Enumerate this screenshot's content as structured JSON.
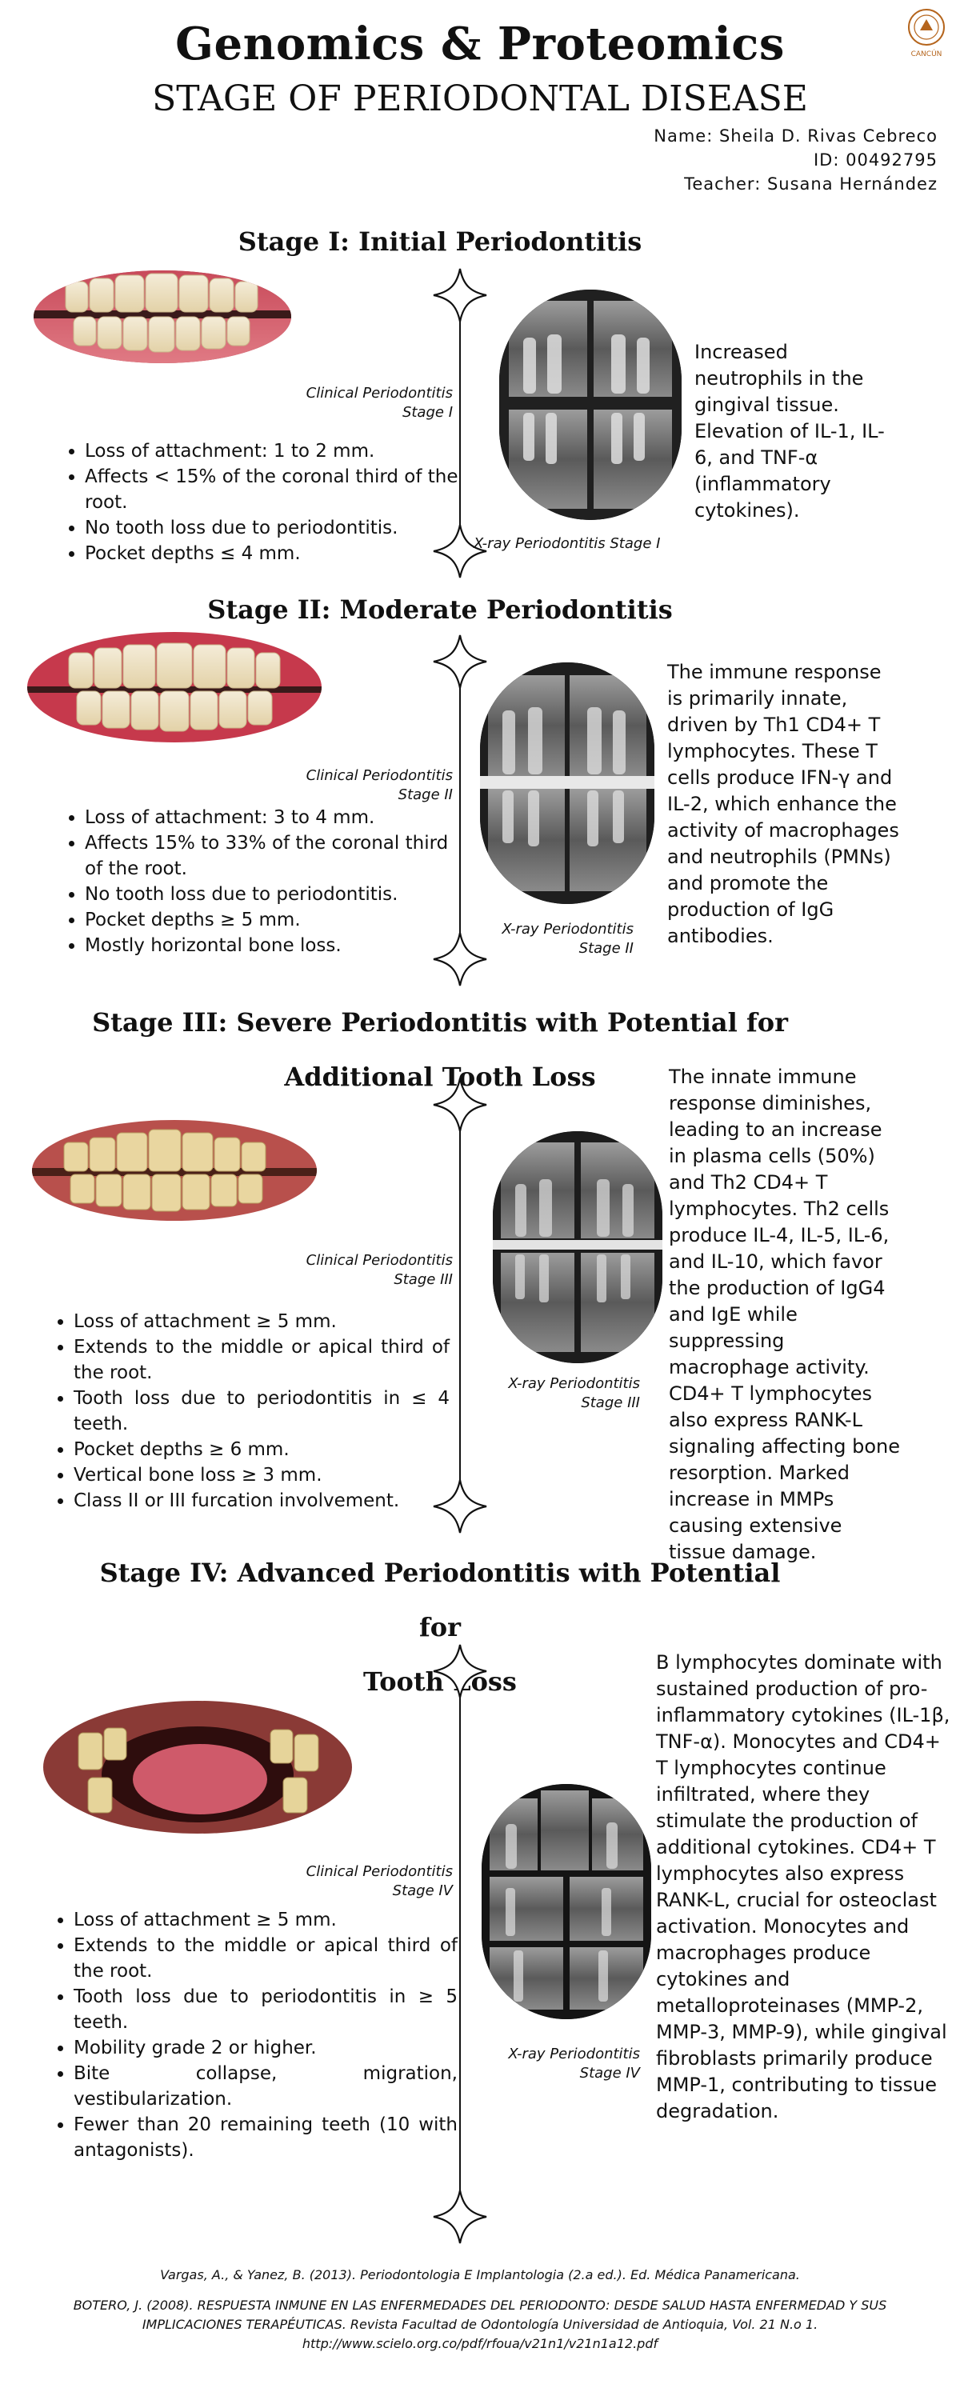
{
  "header": {
    "title": "Genomics & Proteomics",
    "subtitle": "STAGE OF PERIODONTAL DISEASE",
    "name": "Name: Sheila D. Rivas Cebreco",
    "id": "ID: 00492795",
    "teacher": "Teacher: Susana Hernández",
    "logo_text": "CANCÚN"
  },
  "stages": [
    {
      "heading": "Stage I: Initial Periodontitis",
      "clinical_caption": [
        "Clinical Periodontitis",
        "Stage I"
      ],
      "xray_caption": [
        "X-ray Periodontitis Stage I"
      ],
      "bullets": [
        "Loss of attachment: 1 to 2 mm.",
        "Affects < 15% of the coronal third of the root.",
        "No tooth loss due to periodontitis.",
        "Pocket depths ≤ 4 mm."
      ],
      "description": "Increased neutrophils in the gingival tissue. Elevation of IL-1, IL-6, and TNF-α (inflammatory cytokines)."
    },
    {
      "heading": "Stage II: Moderate Periodontitis",
      "clinical_caption": [
        "Clinical Periodontitis",
        "Stage II"
      ],
      "xray_caption": [
        "X-ray Periodontitis",
        "Stage II"
      ],
      "bullets": [
        "Loss of attachment: 3 to 4 mm.",
        "Affects 15% to 33% of the coronal third of the root.",
        "No tooth loss due to periodontitis.",
        "Pocket depths ≥ 5 mm.",
        "Mostly horizontal bone loss."
      ],
      "description": "The immune response is primarily innate, driven by Th1 CD4+ T lymphocytes. These T cells produce IFN-γ and IL-2, which enhance the activity of macrophages and neutrophils (PMNs) and promote the production of IgG antibodies."
    },
    {
      "heading_lines": [
        "Stage III: Severe Periodontitis with Potential for",
        "Additional Tooth Loss"
      ],
      "clinical_caption": [
        "Clinical Periodontitis",
        "Stage III"
      ],
      "xray_caption": [
        "X-ray Periodontitis",
        "Stage III"
      ],
      "bullets": [
        "Loss of attachment ≥ 5 mm.",
        "Extends to the middle or apical third of the root.",
        "Tooth loss due to periodontitis in ≤ 4 teeth.",
        "Pocket depths ≥ 6 mm.",
        "Vertical bone loss ≥ 3 mm.",
        "Class II or III furcation involvement."
      ],
      "description": "The innate immune response diminishes, leading to an increase in plasma cells (50%) and Th2 CD4+ T lymphocytes. Th2 cells produce IL-4, IL-5, IL-6, and IL-10, which favor the production of IgG4 and IgE while suppressing macrophage activity. CD4+ T lymphocytes also express RANK-L signaling affecting bone resorption. Marked increase in MMPs causing extensive tissue damage."
    },
    {
      "heading_lines": [
        "Stage IV: Advanced Periodontitis with Potential for",
        "Tooth Loss"
      ],
      "clinical_caption": [
        "Clinical Periodontitis",
        "Stage IV"
      ],
      "xray_caption": [
        "X-ray Periodontitis",
        "Stage IV"
      ],
      "bullets": [
        "Loss of attachment ≥ 5 mm.",
        "Extends to the middle or apical third of the root.",
        "Tooth loss due to periodontitis in ≥ 5 teeth.",
        "Mobility grade 2 or higher.",
        "Bite collapse, migration, vestibularization.",
        "Fewer than 20 remaining teeth (10 with antagonists)."
      ],
      "description": "B lymphocytes dominate with sustained production of pro-inflammatory cytokines (IL-1β, TNF-α). Monocytes and CD4+ T lymphocytes continue infiltrated, where they stimulate the production of additional cytokines. CD4+ T lymphocytes also express RANK-L, crucial for osteoclast activation. Monocytes and macrophages produce cytokines and metalloproteinases (MMP-2, MMP-3, MMP-9), while gingival fibroblasts primarily produce MMP-1, contributing to tissue degradation."
    }
  ],
  "references": [
    "Vargas, A., & Yanez, B. (2013). Periodontologia E Implantologia (2.a ed.). Ed. Médica Panamericana.",
    "BOTERO, J. (2008). RESPUESTA INMUNE EN LAS ENFERMEDADES DEL PERIODONTO: DESDE SALUD HASTA ENFERMEDAD Y SUS IMPLICACIONES TERAPÉUTICAS. Revista Facultad de Odontología Universidad de Antioquia, Vol. 21 N.o 1. http://www.scielo.org.co/pdf/rfoua/v21n1/v21n1a12.pdf"
  ]
}
